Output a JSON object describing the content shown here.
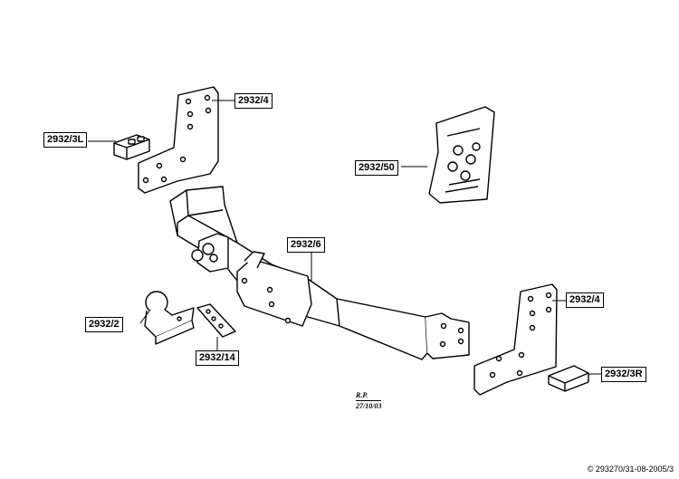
{
  "parts": {
    "bracket_left_upper": "2932/4",
    "clamp_left": "2932/3L",
    "fitting_kit": "2932/50",
    "crossbar": "2932/6",
    "towball": "2932/2",
    "spacer_plate": "2932/14",
    "bracket_right": "2932/4",
    "clamp_right": "2932/3R"
  },
  "stamp": {
    "initials": "R.P.",
    "date": "27/10/03"
  },
  "copyright": "© 293270/31-08-2005/3"
}
